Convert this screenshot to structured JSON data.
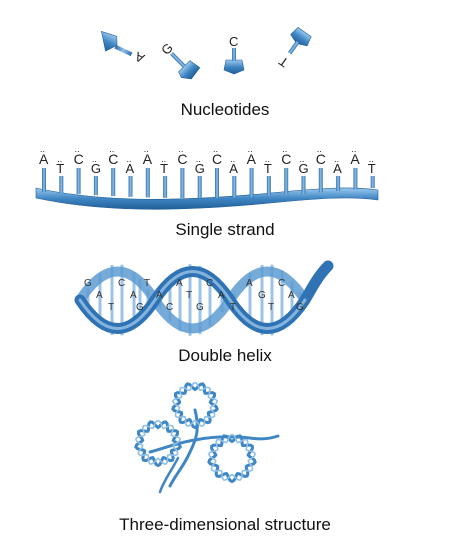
{
  "colors": {
    "blue": "#3f86c4",
    "blue_light": "#8ec0e8",
    "blue_dark": "#215e97"
  },
  "stages": {
    "nucleotides": {
      "label": "Nucleotides",
      "bases": [
        "A",
        "G",
        "C",
        "T"
      ]
    },
    "single_strand": {
      "label": "Single strand",
      "sequence": [
        "A",
        "T",
        "C",
        "G",
        "C",
        "A",
        "A",
        "T",
        "C",
        "G",
        "C",
        "A",
        "A",
        "T",
        "C",
        "G",
        "C",
        "A",
        "A",
        "T"
      ]
    },
    "double_helix": {
      "label": "Double helix",
      "letters": [
        "G",
        "A",
        "T",
        "C",
        "A",
        "G",
        "T",
        "A",
        "C",
        "A",
        "T",
        "G",
        "C",
        "A",
        "T",
        "A",
        "G",
        "T",
        "C",
        "A",
        "G"
      ]
    },
    "three_d": {
      "label": "Three-dimensional structure"
    }
  }
}
